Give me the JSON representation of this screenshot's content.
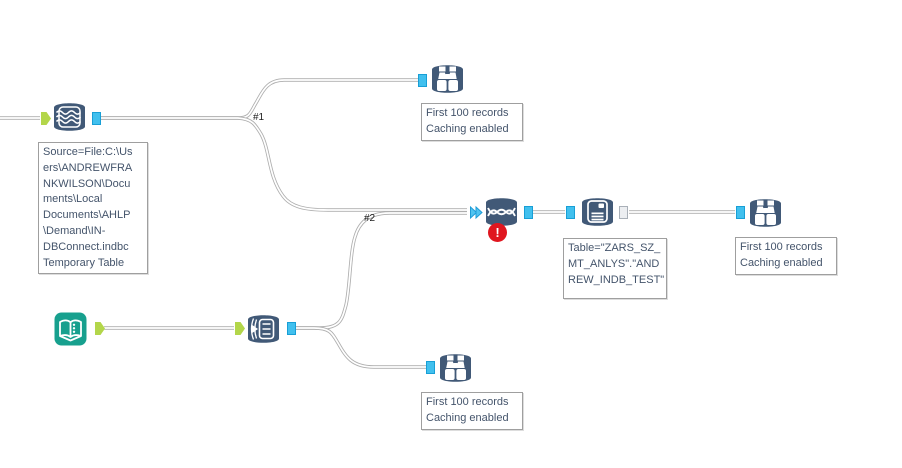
{
  "workflow": {
    "connection_labels": {
      "c1": "#1",
      "c2": "#2"
    },
    "annotations": {
      "connect_indb": "Source=File:C:\\Us\ners\\ANDREWFRA\nNKWILSON\\Docu\nments\\Local\nDocuments\\AHLP\n\\Demand\\IN-\nDBConnect.indbc\nTemporary Table",
      "write_indb": "Table=\"ZARS_SZ_\nMT_ANLYS\".\"AND\nREW_INDB_TEST\"",
      "browse_top": "First 100 records\nCaching enabled",
      "browse_right": "First 100 records\nCaching enabled",
      "browse_bottom": "First 100 records\nCaching enabled"
    },
    "error_badge": "!",
    "icons": {
      "connect_indb": "database-waves-icon",
      "union_indb": "database-dna-icon",
      "write_indb": "database-save-icon",
      "data_stream_in": "database-stream-in-icon",
      "input_data": "open-book-icon",
      "browse": "binoculars-icon",
      "error": "exclamation-badge-icon"
    },
    "colors": {
      "tool_blue": "#415977",
      "input_teal": "#17a08e",
      "anchor_green": "#b3d64a",
      "anchor_cyan": "#41c0ee",
      "anchor_gray": "#eceef1",
      "error_red": "#e0161f",
      "wire_gray": "#aeaeae",
      "annotation_text": "#44546b"
    }
  }
}
